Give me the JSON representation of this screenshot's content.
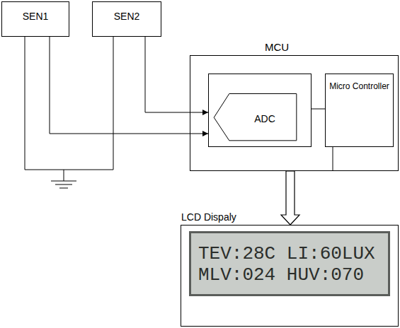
{
  "diagram": {
    "nodes": [
      {
        "text": [
          "SEN1"
        ]
      },
      {
        "text": [
          "SEN2"
        ]
      },
      {
        "text": [
          "MCU"
        ]
      },
      {
        "text": [
          "ADC"
        ],
        "in": 2
      },
      {
        "text": [
          "Micro Controller"
        ],
        "in": 2
      },
      {
        "text": [
          "LCD Dispaly",
          "TEV:28C LI:60LUX",
          "MLV:024 HUV:070"
        ]
      }
    ],
    "edges": [
      {
        "from": 0,
        "to": 3,
        "arrow": "to"
      },
      {
        "from": 1,
        "to": 3,
        "arrow": "to"
      },
      {
        "from": 3,
        "to": 4,
        "arrow": "none"
      },
      {
        "from": 2,
        "to": 5,
        "arrow": "to"
      }
    ]
  }
}
